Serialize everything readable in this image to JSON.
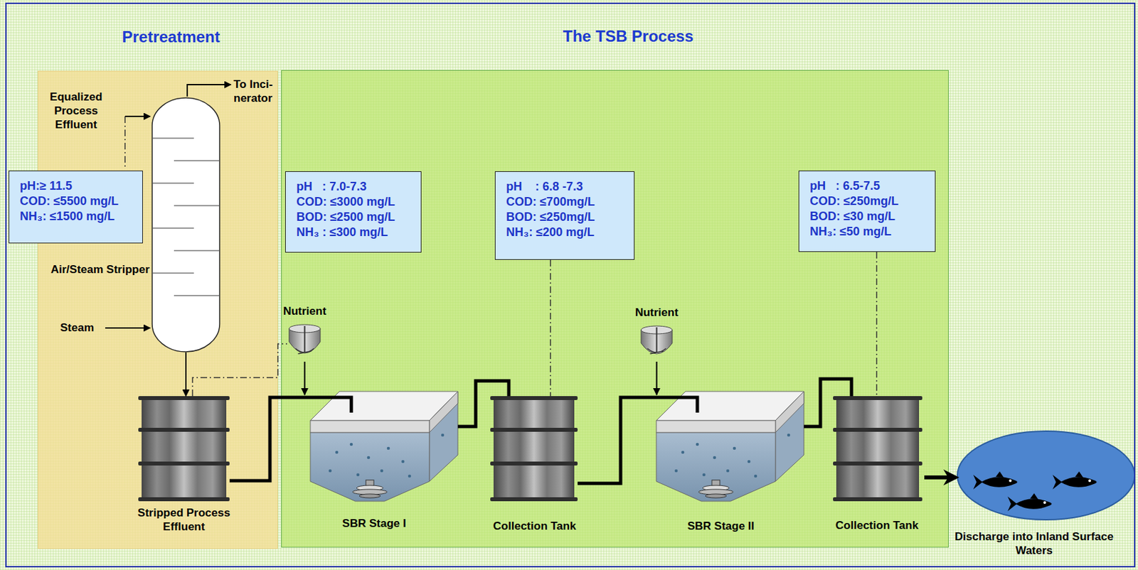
{
  "diagram": {
    "nodes": [
      {
        "text": [
          "Pretreatment"
        ]
      },
      {
        "text": [
          "pH:≥ 11.5",
          "COD: ≤5500 mg/L",
          "NH₃: ≤1500 mg/L"
        ]
      },
      {
        "text": [
          "Air/Steam Stripper"
        ],
        "in": 0
      },
      {
        "text": [
          "Stripped Process Effluent"
        ],
        "in": 0
      },
      {
        "text": [
          "The TSB Process"
        ]
      },
      {
        "text": [
          "pH   : 7.0-7.3",
          "COD: ≤3000 mg/L",
          "BOD: ≤2500 mg/L",
          "NH₃ : ≤300 mg/L"
        ],
        "in": 4
      },
      {
        "text": [
          "Nutrient"
        ],
        "in": 4
      },
      {
        "text": [
          "SBR Stage I"
        ],
        "in": 4
      },
      {
        "text": [
          "pH    : 6.8 -7.3",
          "COD: ≤700mg/L",
          "BOD: ≤250mg/L",
          "NH₃: ≤200 mg/L"
        ],
        "in": 4
      },
      {
        "text": [
          "Collection Tank"
        ],
        "in": 4
      },
      {
        "text": [
          "Nutrient"
        ],
        "in": 4
      },
      {
        "text": [
          "SBR Stage II"
        ],
        "in": 4
      },
      {
        "text": [
          "pH   : 6.5-7.5",
          "COD: ≤250mg/L",
          "BOD: ≤30 mg/L",
          "NH₃: ≤50 mg/L"
        ],
        "in": 4
      },
      {
        "text": [
          "Collection Tank"
        ],
        "in": 4
      },
      {
        "text": [
          "Discharge into Inland Surface Waters"
        ]
      }
    ],
    "edges": [
      {
        "from": 2,
        "to": 3,
        "arrow": "to"
      },
      {
        "from": 3,
        "to": 7,
        "arrow": "none"
      },
      {
        "from": 6,
        "to": 7,
        "arrow": "to"
      },
      {
        "from": 7,
        "to": 9,
        "arrow": "none"
      },
      {
        "from": 9,
        "to": 11,
        "arrow": "none"
      },
      {
        "from": 10,
        "to": 11,
        "arrow": "to"
      },
      {
        "from": 11,
        "to": 13,
        "arrow": "none"
      },
      {
        "from": 13,
        "to": 14,
        "arrow": "to"
      },
      {
        "from": 8,
        "to": 9,
        "arrow": "none"
      },
      {
        "from": 12,
        "to": 13,
        "arrow": "none"
      },
      {
        "from": 3,
        "to": 6,
        "arrow": "none"
      }
    ],
    "labels": [
      "Equalized Process Effluent",
      "To Inci- nerator",
      "Steam"
    ]
  }
}
